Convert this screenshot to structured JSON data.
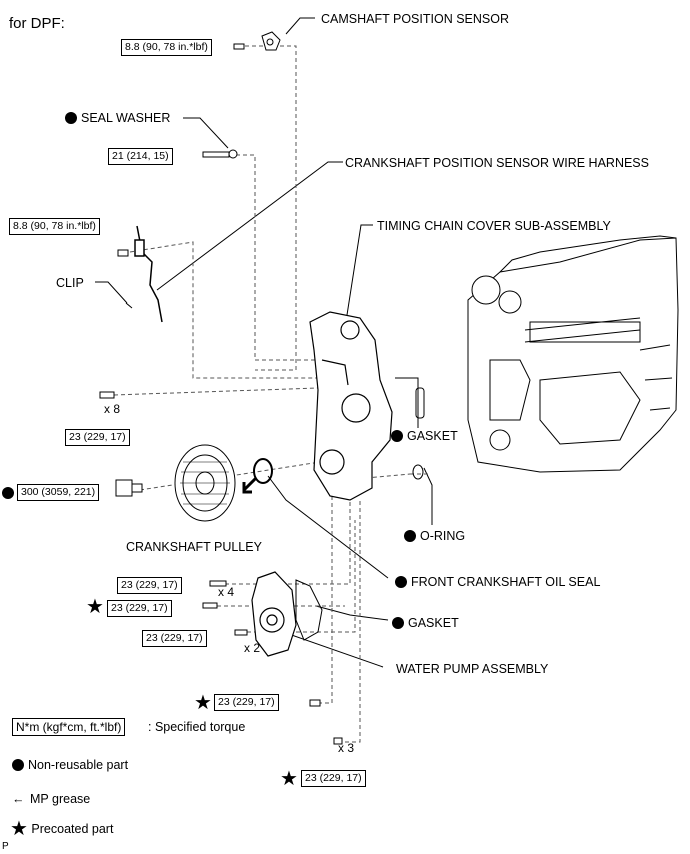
{
  "title": "for DPF:",
  "parts": {
    "camshaft_sensor": "CAMSHAFT POSITION SENSOR",
    "seal_washer": "SEAL WASHER",
    "crank_harness": "CRANKSHAFT POSITION SENSOR WIRE HARNESS",
    "timing_cover": "TIMING CHAIN COVER SUB-ASSEMBLY",
    "clip": "CLIP",
    "gasket_upper": "GASKET",
    "o_ring": "O-RING",
    "crank_pulley": "CRANKSHAFT PULLEY",
    "front_oil_seal": "FRONT CRANKSHAFT OIL SEAL",
    "gasket_lower": "GASKET",
    "water_pump": "WATER PUMP ASSEMBLY"
  },
  "torques": {
    "camshaft_bolt": "8.8 (90, 78 in.*lbf)",
    "seal_washer_bolt": "21 (214, 15)",
    "harness_bolt": "8.8 (90, 78 in.*lbf)",
    "cover_bolts": "23 (229, 17)",
    "pulley_bolt": "300 (3059, 221)",
    "pump_bolts_a": "23 (229, 17)",
    "pump_bolt_star": "23 (229, 17)",
    "pump_bolts_b": "23 (229, 17)",
    "lower_bolt_star": "23 (229, 17)",
    "bottom_bolt_star": "23 (229, 17)"
  },
  "multipliers": {
    "cover_bolts": "x 8",
    "pump_bolts_a": "x 4",
    "pump_bolts_b": "x 2",
    "bottom_bolts": "x 3"
  },
  "legend": {
    "torque_unit": "N*m (kgf*cm, ft.*lbf)",
    "torque_desc": ": Specified torque",
    "non_reusable": "Non-reusable part",
    "mp_grease": "MP grease",
    "precoated": "Precoated part"
  },
  "corner_mark": "P"
}
